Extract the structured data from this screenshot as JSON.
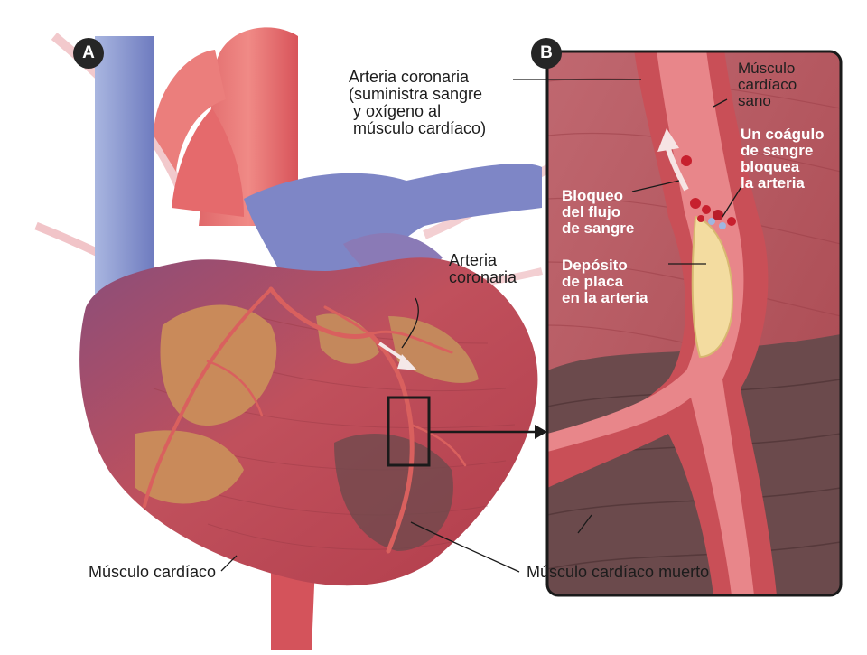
{
  "panel_a": {
    "badge": "A",
    "labels": {
      "coronary_artery_top": "Arteria coronaria\n(suministra sangre\n y oxígeno al\n músculo cardíaco)",
      "coronary_artery": "Arteria\ncoronaria",
      "heart_muscle": "Músculo cardíaco",
      "dead_heart_muscle": "Músculo cardíaco muerto"
    }
  },
  "panel_b": {
    "badge": "B",
    "labels": {
      "healthy_muscle": "Músculo\ncardíaco\nsano",
      "blood_clot": "Un coágulo\nde sangre\nbloquea\nla arteria",
      "blocked_flow": "Bloqueo\ndel flujo\nde sangre",
      "plaque_deposit": "Depósito\nde placa\nen la arteria"
    }
  },
  "colors": {
    "muscle_red": "#b4444f",
    "artery_red": "#e05a5e",
    "vein_blue": "#7e8ac4",
    "fat_orange": "#c98a5a",
    "plaque_yellow": "#f3dca0",
    "dead_muscle": "#6b4a4c"
  }
}
